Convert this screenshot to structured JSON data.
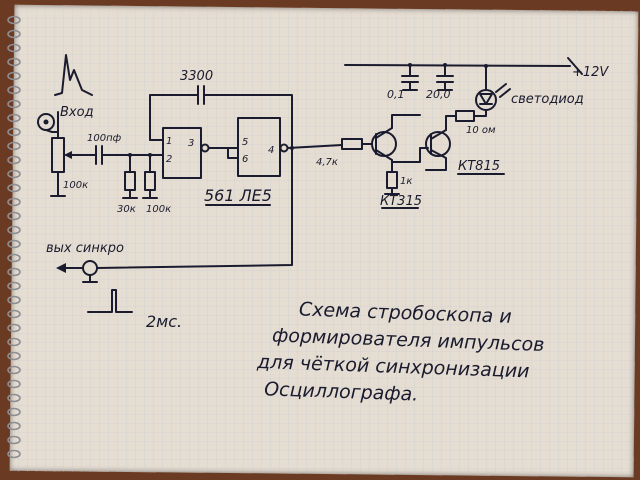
{
  "colors": {
    "ink": "#1a1b2e",
    "paper": "#e6ddd2",
    "grid": "#b9c4d4",
    "background": "#6b3a22"
  },
  "labels": {
    "vhod": "Вход",
    "r_input": "100к",
    "c_input": "100пф",
    "r_30k": "30к",
    "r_100k_2": "100к",
    "c_feedback": "3300",
    "ic": "561 ЛЕ5",
    "pin1": "1",
    "pin2": "2",
    "pin3": "3",
    "pin5": "5",
    "pin6": "6",
    "pin4": "4",
    "r_base": "4,7к",
    "r_emitter": "1к",
    "t1": "КТ315",
    "t2": "КТ815",
    "c1": "0,1",
    "c2": "20,0",
    "supply": "+12V",
    "led": "светодиод",
    "r_led": "10 ом",
    "out_sync": "вых синкро",
    "pulse_width": "2мс."
  },
  "title_lines": [
    "Схема стробоскопа и",
    "формирователя импульсов",
    "для чёткой синхронизации",
    "Осциллографа."
  ]
}
